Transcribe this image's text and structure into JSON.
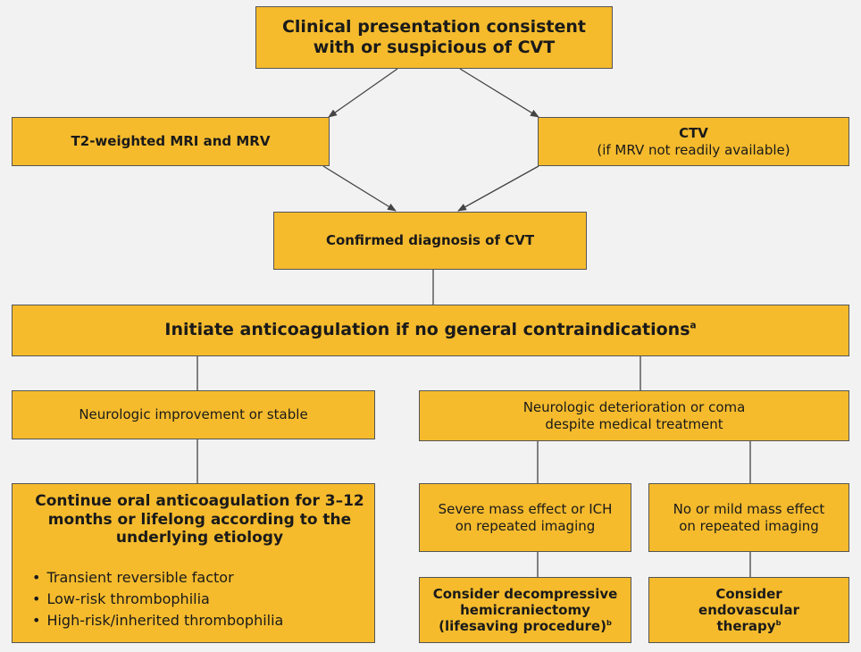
{
  "nodes": {
    "presentation": {
      "line1": "Clinical presentation consistent",
      "line2": "with or suspicious of CVT"
    },
    "mri": {
      "label": "T2-weighted MRI and MRV"
    },
    "ctv": {
      "label": "CTV",
      "note": "(if MRV not readily available)"
    },
    "confirmed": {
      "label": "Confirmed diagnosis of CVT"
    },
    "anticoag": {
      "label": "Initiate anticoagulation if no general contraindications",
      "footnote": "a"
    },
    "improvement": {
      "label": "Neurologic improvement or stable"
    },
    "deterioration": {
      "line1": "Neurologic deterioration or coma",
      "line2": "despite medical treatment"
    },
    "continue": {
      "line1": "Continue oral anticoagulation for 3–12",
      "line2": "months or lifelong according to the",
      "line3": "underlying etiology",
      "bullets": [
        "Transient reversible factor",
        "Low-risk thrombophilia",
        "High-risk/inherited thrombophilia"
      ]
    },
    "severe": {
      "line1": "Severe mass effect or ICH",
      "line2": "on repeated imaging"
    },
    "mild": {
      "line1": "No or mild mass effect",
      "line2": "on repeated imaging"
    },
    "hemicraniectomy": {
      "line1": "Consider decompressive",
      "line2": "hemicraniectomy",
      "line3": "(lifesaving procedure)",
      "footnote": "b"
    },
    "endovascular": {
      "line1": "Consider",
      "line2": "endovascular",
      "line3": "therapy",
      "footnote": "b"
    }
  },
  "colors": {
    "box_fill": "#f5bb2d",
    "box_border": "#555555",
    "background": "#f2f2f2",
    "connector": "#444444"
  }
}
